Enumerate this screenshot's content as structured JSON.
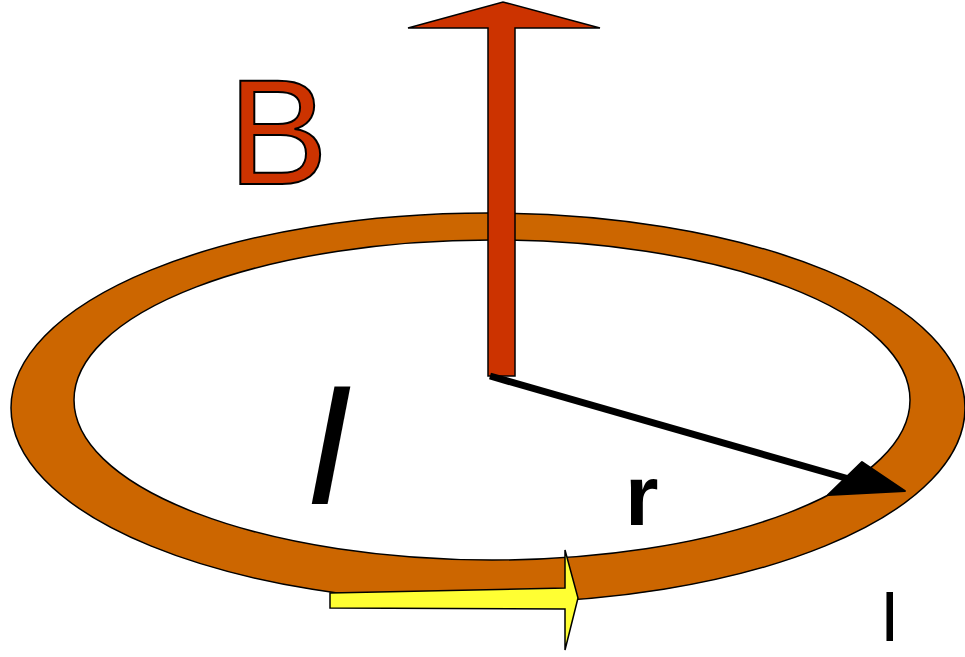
{
  "diagram": {
    "labels": [
      "B",
      "I",
      "r",
      "I"
    ]
  }
}
